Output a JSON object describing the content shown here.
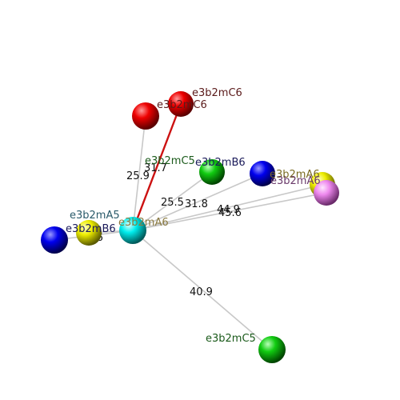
{
  "colors": {
    "background": "#ffffff",
    "edge": "#c8c8c8",
    "highlight_edge": "#cc1111",
    "red": "#dd0000",
    "green": "#11bb11",
    "blue": "#0000dd",
    "yellow": "#dddd00",
    "cyan": "#00e5e5",
    "violet": "#e080e0"
  },
  "nodes": [
    {
      "id": "hub",
      "label": "e3b2mA6",
      "color": "cyan",
      "label_color": "#8a7a40"
    },
    {
      "id": "redA",
      "label": "e3b2mC6",
      "color": "red",
      "label_color": "#5a1a1a"
    },
    {
      "id": "redB",
      "label": "e3b2mC6",
      "color": "red",
      "label_color": "#5a1a1a"
    },
    {
      "id": "greenA",
      "label": "e3b2mC5",
      "color": "green",
      "label_color": "#1a5a1a"
    },
    {
      "id": "blueA",
      "label": "e3b2mB6",
      "color": "blue",
      "label_color": "#1a1a5a"
    },
    {
      "id": "yellowA",
      "label": "e3b2mA6",
      "color": "yellow",
      "label_color": "#7a6a20"
    },
    {
      "id": "violetA",
      "label": "e3b2mA6",
      "color": "violet",
      "label_color": "#6a3a6a"
    },
    {
      "id": "yellowB",
      "label": "e3b2mA5",
      "color": "yellow",
      "label_color": "#2a5a6a"
    },
    {
      "id": "blueB",
      "label": "e3b2mB6",
      "color": "blue",
      "label_color": "#1a1a5a"
    },
    {
      "id": "greenB",
      "label": "e3b2mC5",
      "color": "green",
      "label_color": "#1a5a1a"
    }
  ],
  "edges": [
    {
      "from": "hub",
      "to": "redA",
      "label": "25.9",
      "highlight": true
    },
    {
      "from": "hub",
      "to": "redB",
      "label": "31.7",
      "highlight": false
    },
    {
      "from": "hub",
      "to": "greenA",
      "label": "25.5",
      "highlight": false
    },
    {
      "from": "hub",
      "to": "blueA",
      "label": "31.8",
      "highlight": false
    },
    {
      "from": "hub",
      "to": "yellowA",
      "label": "44.9",
      "highlight": false
    },
    {
      "from": "hub",
      "to": "violetA",
      "label": "45.6",
      "highlight": false
    },
    {
      "from": "hub",
      "to": "yellowB",
      "label": "18.6",
      "highlight": false
    },
    {
      "from": "hub",
      "to": "blueB",
      "label": "",
      "highlight": false
    },
    {
      "from": "hub",
      "to": "greenB",
      "label": "40.9",
      "highlight": false
    }
  ]
}
